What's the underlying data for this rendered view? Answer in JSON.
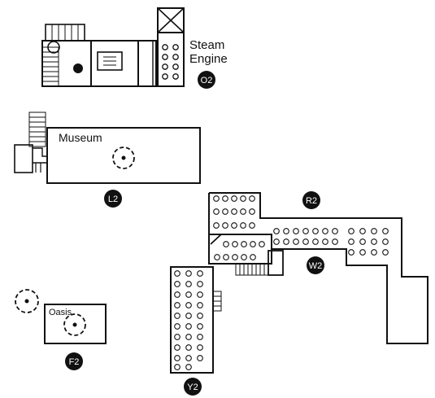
{
  "buildings": {
    "steam_engine": {
      "name_line1": "Steam",
      "name_line2": "Engine",
      "code": "O2"
    },
    "museum": {
      "name": "Museum",
      "code": "L2"
    },
    "r2": {
      "code": "R2"
    },
    "w2": {
      "code": "W2"
    },
    "y2": {
      "code": "Y2"
    },
    "oasis": {
      "name": "Oasis",
      "code": "F2"
    }
  },
  "colors": {
    "ink": "#111111",
    "badge": "#111111",
    "badge_text": "#ffffff",
    "background": "#ffffff"
  },
  "icons": {
    "dashed_circle": "location-marker-icon",
    "stairs": "stairs-icon",
    "cross_box": "crossed-box-icon"
  }
}
